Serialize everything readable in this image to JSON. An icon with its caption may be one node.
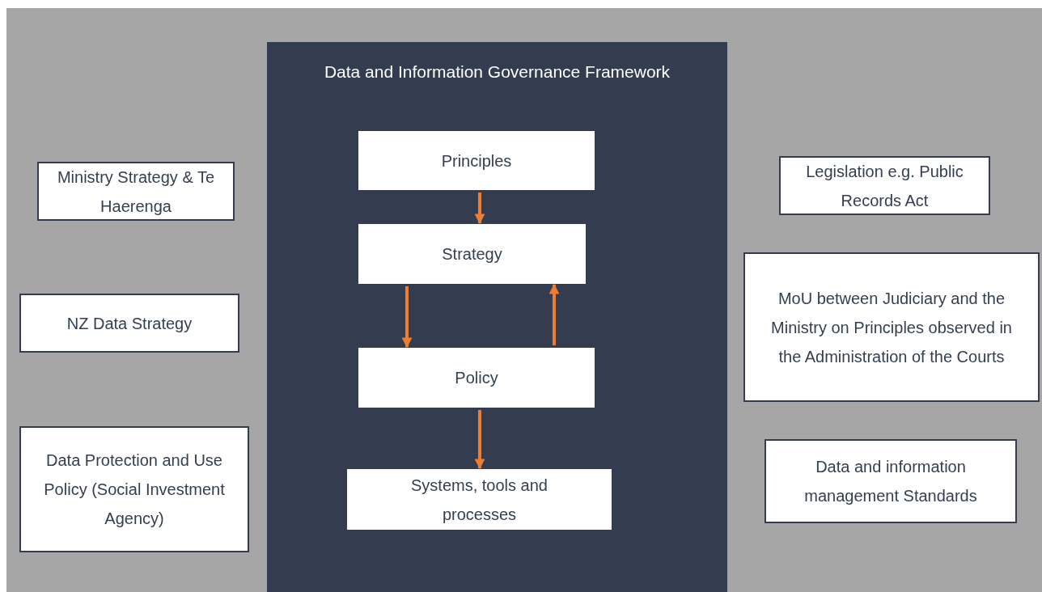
{
  "diagram": {
    "nodes": [
      {
        "text": [
          "Data and Information Governance Framework"
        ]
      },
      {
        "text": [
          "Principles"
        ],
        "in": 0
      },
      {
        "text": [
          "Strategy"
        ],
        "in": 0
      },
      {
        "text": [
          "Policy"
        ],
        "in": 0
      },
      {
        "text": [
          "Systems, tools and processes"
        ],
        "in": 0
      },
      {
        "text": [
          "Ministry Strategy & Te Haerenga"
        ]
      },
      {
        "text": [
          "NZ Data Strategy"
        ]
      },
      {
        "text": [
          "Data Protection and Use Policy (Social Investment Agency)"
        ]
      },
      {
        "text": [
          "Legislation e.g. Public Records Act"
        ]
      },
      {
        "text": [
          "MoU between Judiciary and the Ministry on Principles observed in the Administration of the Courts"
        ]
      },
      {
        "text": [
          "Data and information management Standards"
        ]
      }
    ],
    "edges": [
      {
        "from": 1,
        "to": 2,
        "arrow": "to"
      },
      {
        "from": 2,
        "to": 3,
        "arrow": "to"
      },
      {
        "from": 3,
        "to": 2,
        "arrow": "to"
      },
      {
        "from": 3,
        "to": 4,
        "arrow": "to"
      }
    ]
  }
}
